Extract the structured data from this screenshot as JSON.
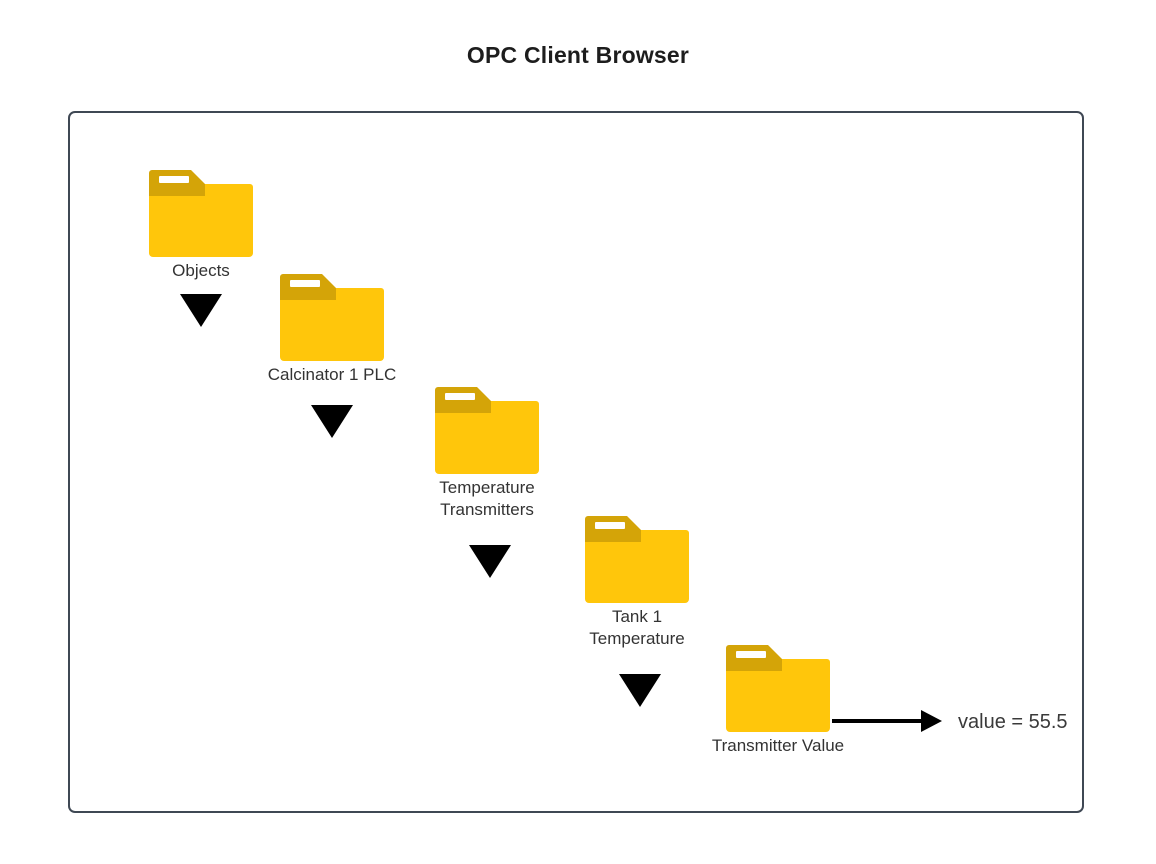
{
  "page": {
    "title": "OPC Client Browser"
  },
  "diagram": {
    "type": "tree-drilldown",
    "frame_border_color": "#3f4854",
    "folder_body_color": "#ffc60b",
    "folder_tab_color": "#d4a408",
    "arrow_color": "#000000",
    "nodes": [
      {
        "label": "Objects",
        "icon": "folder-icon"
      },
      {
        "label": "Calcinator 1 PLC",
        "icon": "folder-icon"
      },
      {
        "label": "Temperature\nTransmitters",
        "icon": "folder-icon"
      },
      {
        "label": "Tank 1\nTemperature",
        "icon": "folder-icon"
      },
      {
        "label": "Transmitter Value",
        "icon": "folder-icon"
      }
    ],
    "connectors": [
      {
        "from": "Objects",
        "to": "Calcinator 1 PLC",
        "icon": "down-arrow-icon"
      },
      {
        "from": "Calcinator 1 PLC",
        "to": "Temperature Transmitters",
        "icon": "down-arrow-icon"
      },
      {
        "from": "Temperature Transmitters",
        "to": "Tank 1 Temperature",
        "icon": "down-arrow-icon"
      },
      {
        "from": "Tank 1 Temperature",
        "to": "Transmitter Value",
        "icon": "down-arrow-icon"
      }
    ],
    "value_annotation": {
      "text": "value = 55.5",
      "icon": "right-arrow-icon"
    }
  }
}
